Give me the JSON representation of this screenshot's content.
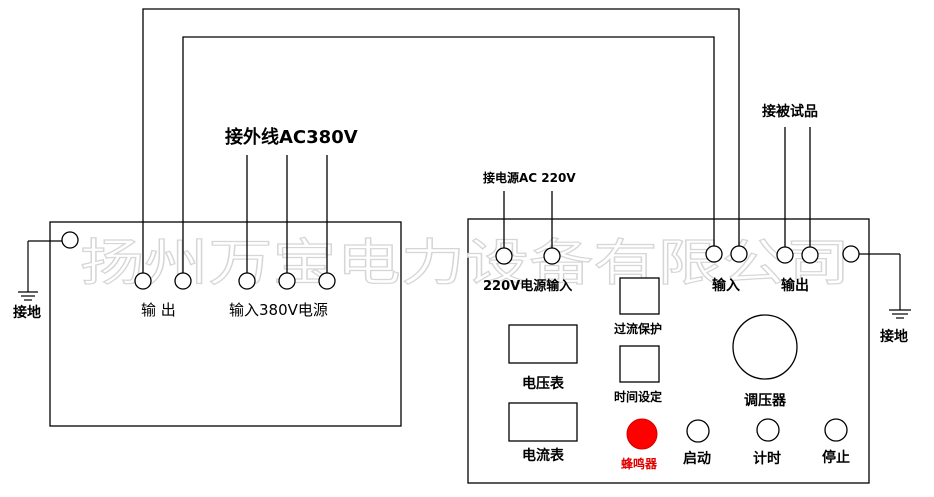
{
  "watermark": "扬州万宝电力设备有限公司",
  "left_panel": {
    "ground_label": "接地",
    "output_label": "输 出",
    "power_input_label": "输入380V电源",
    "external_label": "接外线AC380V"
  },
  "right_panel": {
    "power_supply_label": "接电源AC 220V",
    "power_input_label": "220V电源输入",
    "input_label": "输入",
    "output_label": "输出",
    "specimen_label": "接被试品",
    "ground_label": "接地",
    "overcurrent_label": "过流保护",
    "time_setting_label": "时间设定",
    "voltmeter_label": "电压表",
    "ammeter_label": "电流表",
    "regulator_label": "调压器",
    "buzzer_label": "蜂鸣器",
    "start_label": "启动",
    "timer_label": "计时",
    "stop_label": "停止"
  },
  "colors": {
    "buzzer": "#ff0000",
    "buzzer_label": "#e00000",
    "line": "#000000",
    "watermark_outline": "#d6d6d6"
  }
}
